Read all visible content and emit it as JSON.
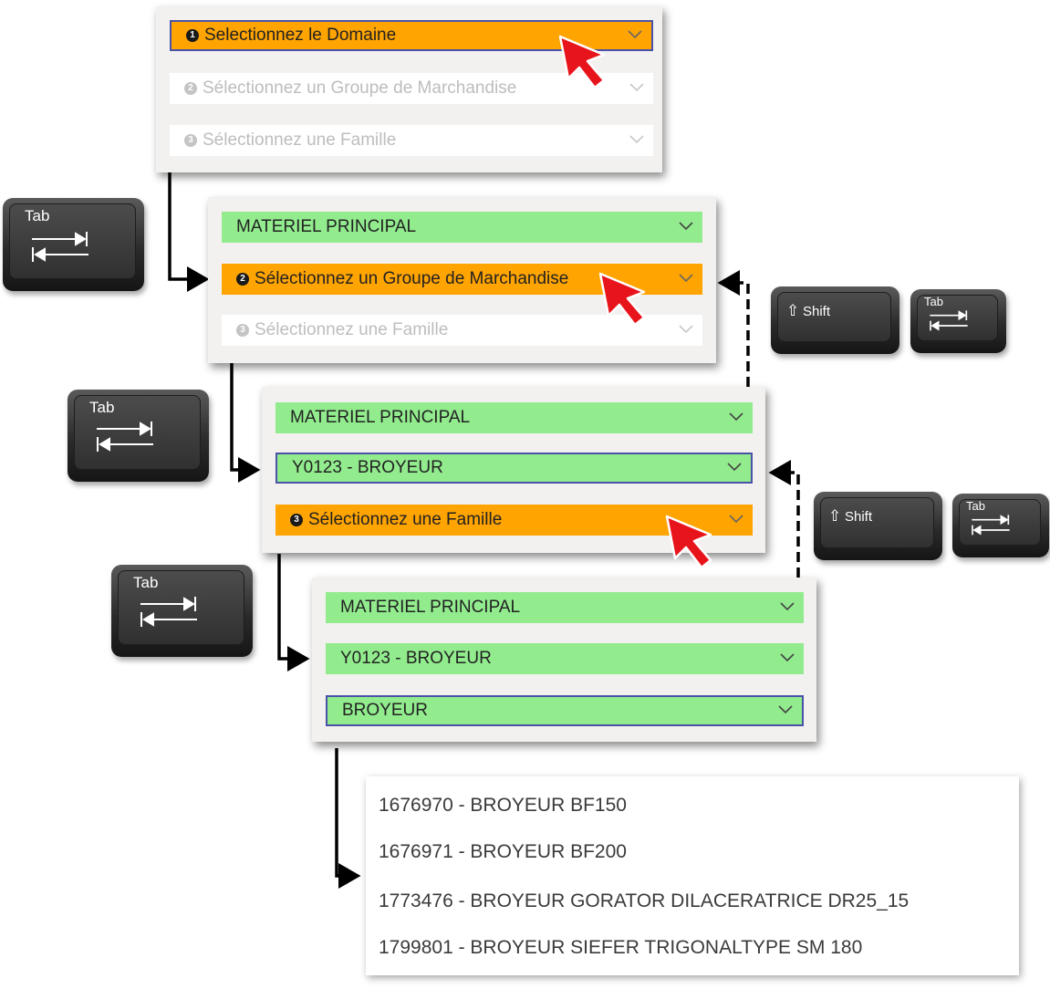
{
  "panel1": {
    "domain": {
      "num": "1",
      "label": "Selectionnez le Domaine"
    },
    "groupe": {
      "num": "2",
      "label": "Sélectionnez un Groupe de Marchandise"
    },
    "famille": {
      "num": "3",
      "label": "Sélectionnez une Famille"
    }
  },
  "panel2": {
    "domain": {
      "label": "MATERIEL PRINCIPAL"
    },
    "groupe": {
      "num": "2",
      "label": "Sélectionnez un Groupe de Marchandise"
    },
    "famille": {
      "num": "3",
      "label": "Sélectionnez une Famille"
    }
  },
  "panel3": {
    "domain": {
      "label": "MATERIEL PRINCIPAL"
    },
    "groupe": {
      "label": "Y0123 - BROYEUR"
    },
    "famille": {
      "num": "3",
      "label": "Sélectionnez une Famille"
    }
  },
  "panel4": {
    "domain": {
      "label": "MATERIEL PRINCIPAL"
    },
    "groupe": {
      "label": "Y0123 - BROYEUR"
    },
    "famille": {
      "label": "BROYEUR"
    }
  },
  "keys": {
    "tab": "Tab",
    "shift": "Shift"
  },
  "product_list": [
    "1676970 - BROYEUR BF150",
    "1676971 - BROYEUR BF200",
    "1773476 - BROYEUR GORATOR DILACERATRICE DR25_15",
    "1799801 - BROYEUR SIEFER TRIGONALTYPE SM 180"
  ],
  "colors": {
    "orange": "#ffa400",
    "green": "#92ec8e",
    "focus_border": "#4a52a8",
    "cursor": "#e8141b"
  }
}
